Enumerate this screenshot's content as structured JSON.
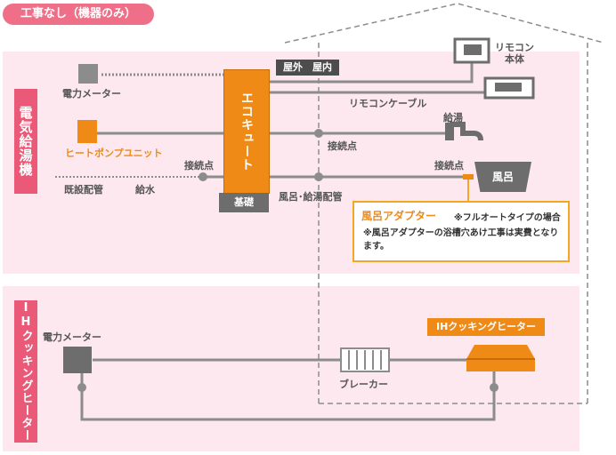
{
  "header": {
    "title": "工事なし（機器のみ）"
  },
  "ecocute_section": {
    "side_label": "電気給湯機",
    "ecocute": "エコキュート",
    "base": "基礎",
    "power_meter": "電力メーター",
    "heatpump": "ヒートポンプユニット",
    "outdoor_indoor": "屋外　屋内",
    "remote_body": "リモコン\n本体",
    "remote_cable": "リモコンケーブル",
    "hot_water": "給湯",
    "connection_point_1": "接続点",
    "connection_point_2": "接続点",
    "connection_point_3": "接続点",
    "existing_pipe": "既設配管",
    "water_supply": "給水",
    "bath_pipe": "風呂･給湯配管",
    "bath": "風呂",
    "bath_adapter": "風呂アダプター",
    "note_full_auto": "※フルオートタイプの場合",
    "note_bath": "※風呂アダプターの浴槽穴あけ工事は実費となります。"
  },
  "ih_section": {
    "side_label": "IHクッキングヒーター",
    "power_meter": "電力メーター",
    "breaker": "ブレーカー",
    "ih_heater": "IHクッキングヒーター"
  },
  "colors": {
    "panel": "#fce8ee",
    "side": "#ea5a78",
    "orange": "#f08a17",
    "gray": "#6d6d6d",
    "line": "#8c8c8c"
  }
}
